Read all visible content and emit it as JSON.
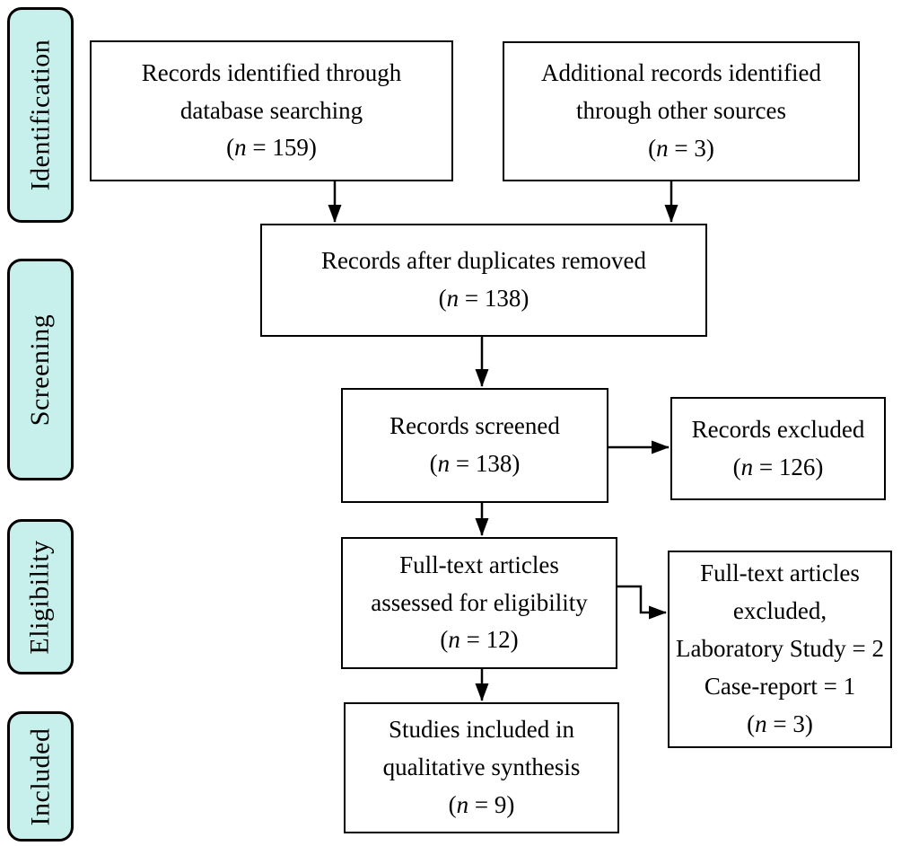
{
  "stages": [
    {
      "label": "Identification"
    },
    {
      "label": "Screening"
    },
    {
      "label": "Eligibility"
    },
    {
      "label": "Included"
    }
  ],
  "boxes": {
    "records_identified": {
      "lines": [
        "Records identified through",
        "database searching",
        "(n = 159)"
      ]
    },
    "additional_records": {
      "lines": [
        "Additional records identified",
        "through other sources",
        "(n = 3)"
      ]
    },
    "duplicates_removed": {
      "lines": [
        "Records after duplicates removed",
        "(n = 138)"
      ]
    },
    "records_screened": {
      "lines": [
        "Records screened",
        "(n = 138)"
      ]
    },
    "records_excluded": {
      "lines": [
        "Records excluded",
        "(n = 126)"
      ]
    },
    "fulltext_assessed": {
      "lines": [
        "Full-text articles",
        "assessed for eligibility",
        "(n = 12)"
      ]
    },
    "fulltext_excluded": {
      "lines": [
        "Full-text articles",
        "excluded,",
        "Laboratory Study = 2",
        "Case-report = 1",
        "(n = 3)"
      ]
    },
    "studies_included": {
      "lines": [
        "Studies included in",
        "qualitative synthesis",
        "(n = 9)"
      ]
    }
  },
  "colors": {
    "stage_fill": "#c7efec",
    "border": "#000000",
    "box_fill": "#ffffff",
    "background": "#ffffff"
  }
}
